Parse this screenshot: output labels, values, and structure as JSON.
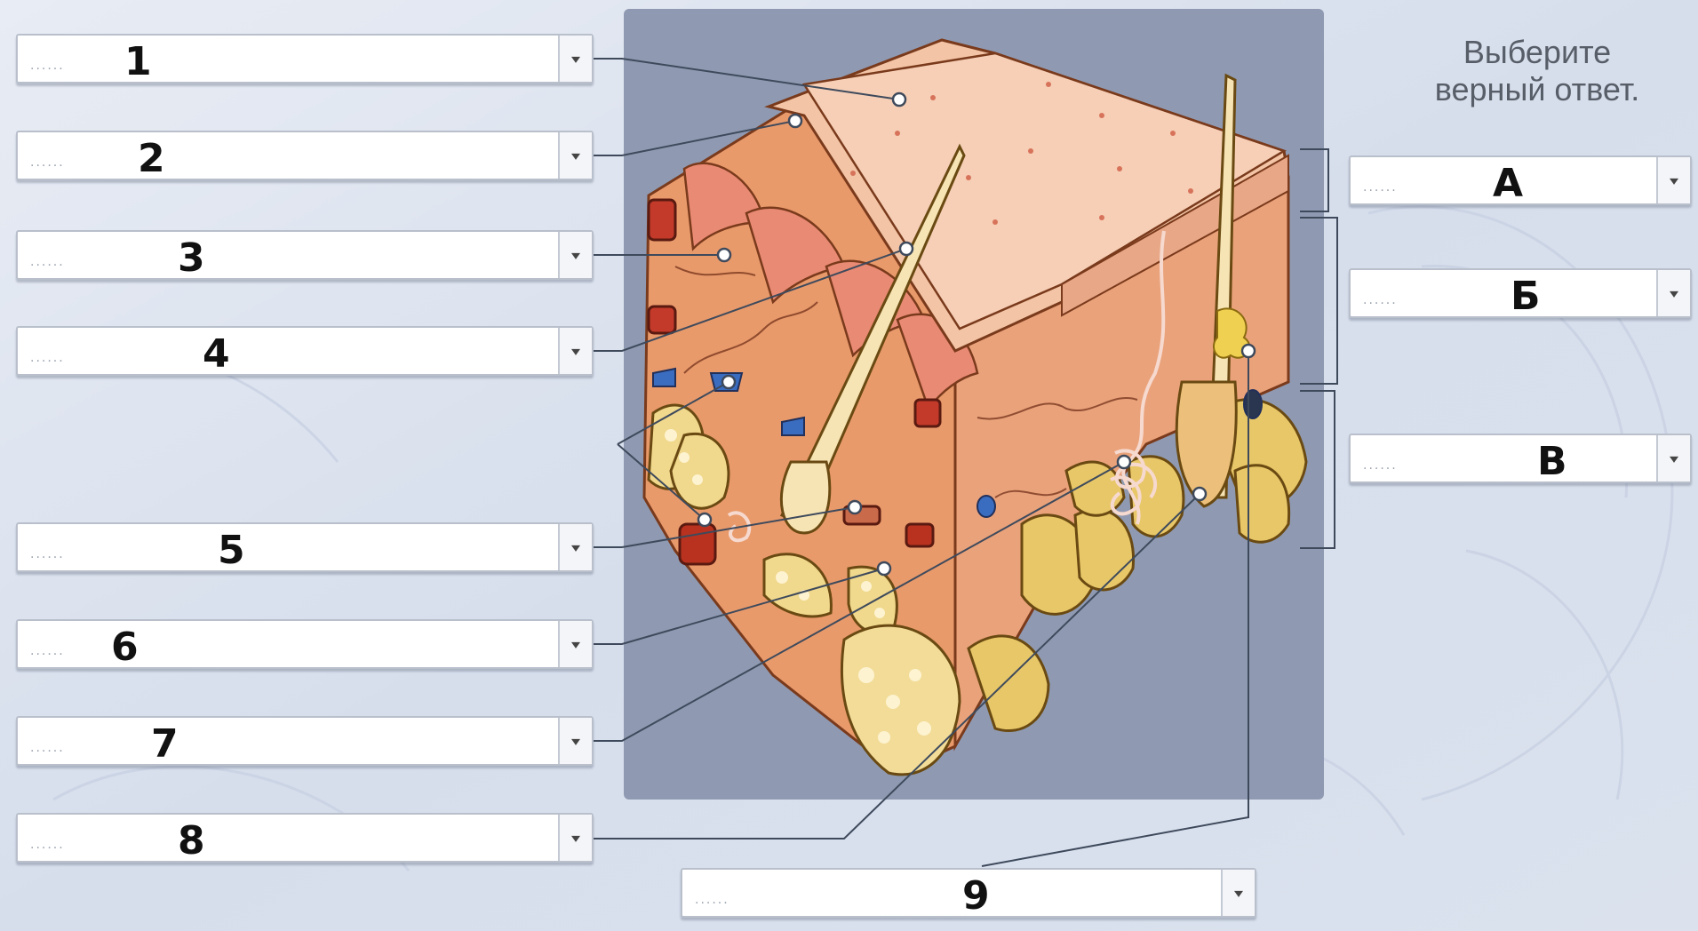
{
  "prompt": {
    "line1": "Выберите",
    "line2": "верный ответ."
  },
  "placeholder": "......",
  "dropdowns": [
    {
      "key": "d1",
      "label": "1"
    },
    {
      "key": "d2",
      "label": "2"
    },
    {
      "key": "d3",
      "label": "3"
    },
    {
      "key": "d4",
      "label": "4"
    },
    {
      "key": "d5",
      "label": "5"
    },
    {
      "key": "d6",
      "label": "6"
    },
    {
      "key": "d7",
      "label": "7"
    },
    {
      "key": "d8",
      "label": "8"
    },
    {
      "key": "d9",
      "label": "9"
    },
    {
      "key": "dA",
      "label": "А"
    },
    {
      "key": "dB",
      "label": "Б"
    },
    {
      "key": "dV",
      "label": "В"
    }
  ],
  "icons": {
    "dropdown_arrow": "chevron-down-icon"
  },
  "colors": {
    "background": "#dde3ef",
    "panel": "#8f9ab2",
    "epidermis": "#f3c5a6",
    "dermis": "#e99a6b",
    "fat": "#e8c768",
    "leader_line": "#3e4a5c"
  }
}
